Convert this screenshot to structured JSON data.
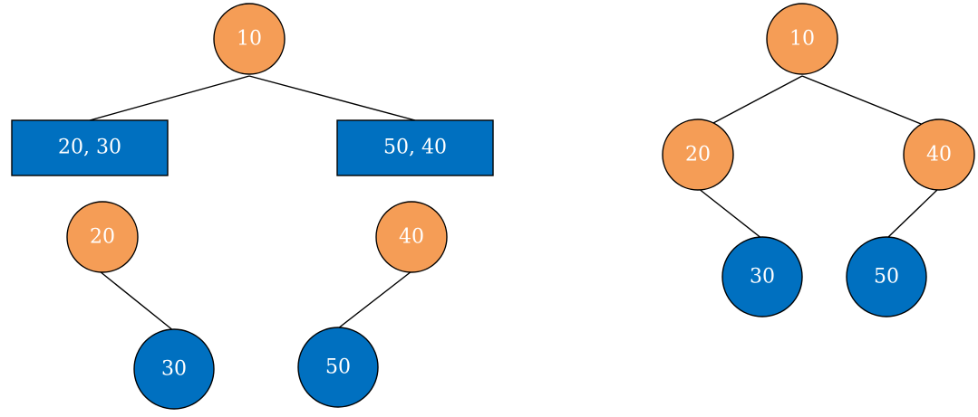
{
  "colors": {
    "orange_node": "#F59D56",
    "blue_node": "#0070C0",
    "edge": "#000000",
    "label": "#FFFFFF"
  },
  "left_tree": {
    "root": "10",
    "group_left": "20, 30",
    "group_right": "50, 40",
    "node_20": "20",
    "node_30": "30",
    "node_40": "40",
    "node_50": "50"
  },
  "right_tree": {
    "root": "10",
    "node_20": "20",
    "node_40": "40",
    "node_30": "30",
    "node_50": "50"
  }
}
